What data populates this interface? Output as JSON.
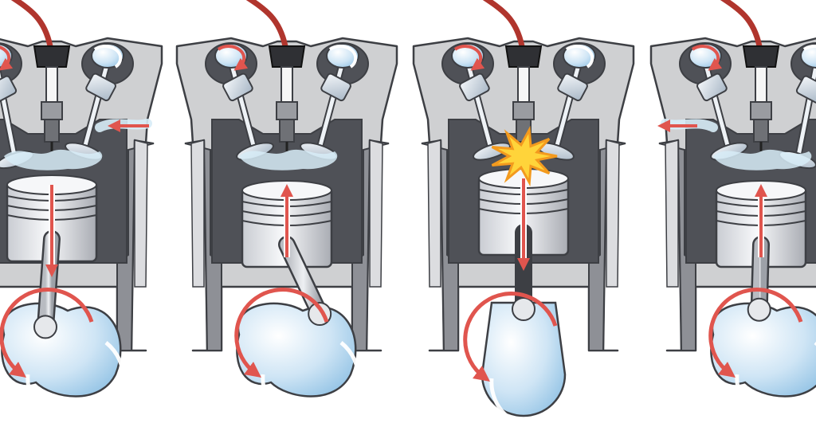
{
  "diagram": {
    "strokes": [
      {
        "id": "intake",
        "piston_motion": "down",
        "intake_valve": "open",
        "exhaust_valve": "closed",
        "spark": false,
        "gas_flow": "in"
      },
      {
        "id": "compression",
        "piston_motion": "up",
        "intake_valve": "closed",
        "exhaust_valve": "closed",
        "spark": false,
        "gas_flow": "none"
      },
      {
        "id": "power",
        "piston_motion": "down",
        "intake_valve": "closed",
        "exhaust_valve": "closed",
        "spark": true,
        "gas_flow": "none"
      },
      {
        "id": "exhaust",
        "piston_motion": "up",
        "intake_valve": "closed",
        "exhaust_valve": "open",
        "spark": false,
        "gas_flow": "out"
      }
    ],
    "colors": {
      "block": "#cfd0d2",
      "block_dark": "#8e9096",
      "outline": "#3d3f44",
      "chamber": "#4f5157",
      "piston_light": "#f2f3f5",
      "piston_shade": "#b9bcc2",
      "crank_light": "#e9f3fb",
      "crank_blue": "#8fc1e4",
      "arrow_red": "#e0554e",
      "arrow_white": "#ffffff",
      "wire": "#b0352d",
      "plug_cap": "#2f3034",
      "gas": "#d7ecf7",
      "spark_yellow": "#ffd43a",
      "spark_orange": "#f39a1e"
    }
  }
}
